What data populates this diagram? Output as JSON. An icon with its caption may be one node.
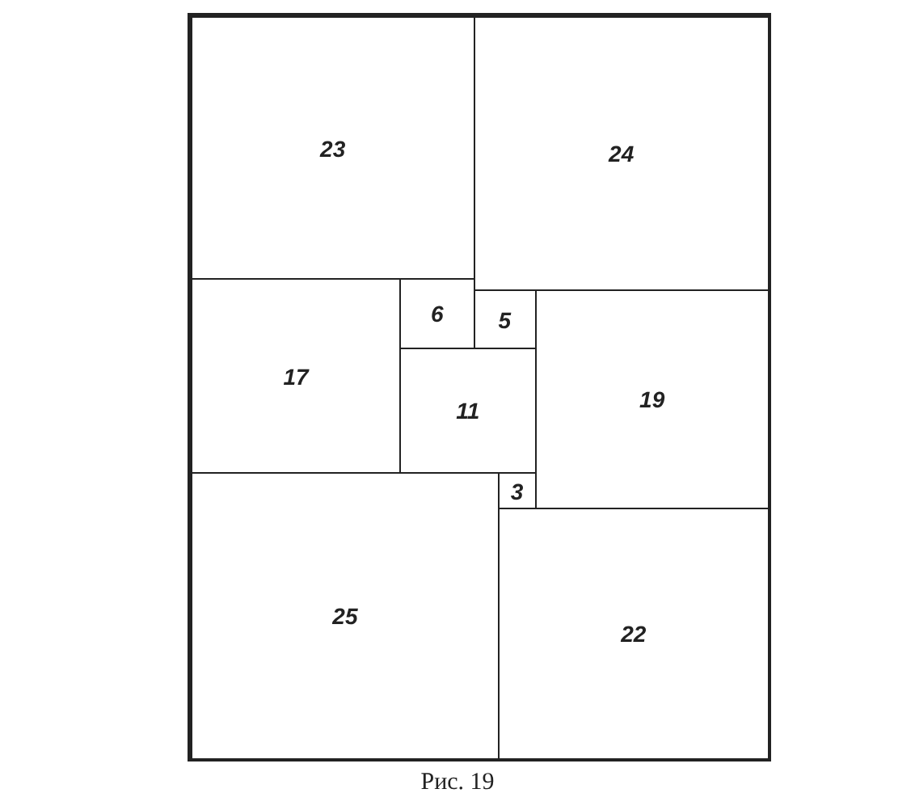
{
  "diagram": {
    "caption": "Рис. 19",
    "nodes": [
      {
        "text": [
          "23"
        ]
      },
      {
        "text": [
          "24"
        ]
      },
      {
        "text": [
          "6"
        ]
      },
      {
        "text": [
          "5"
        ]
      },
      {
        "text": [
          "17"
        ]
      },
      {
        "text": [
          "11"
        ]
      },
      {
        "text": [
          "19"
        ]
      },
      {
        "text": [
          "3"
        ]
      },
      {
        "text": [
          "25"
        ]
      },
      {
        "text": [
          "22"
        ]
      }
    ]
  }
}
